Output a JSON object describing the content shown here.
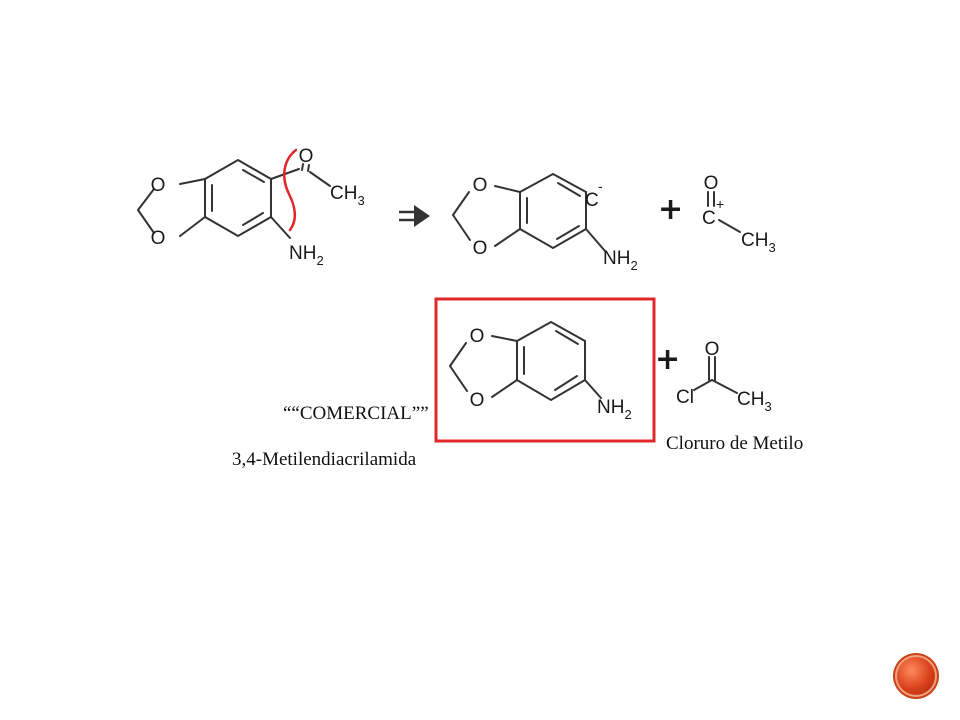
{
  "labels": {
    "commercial": "““COMERCIAL””",
    "compound": "3,4-Metilendiacrilamida",
    "reagent": "Cloruro de Metilo"
  },
  "atoms": {
    "oxygen": "O",
    "carbon": "C",
    "chlorine": "Cl",
    "ch3_main": "CH",
    "ch3_sub": "3",
    "nh2_main": "NH",
    "nh2_sub": "2",
    "minus": "-",
    "plus_charge": "+"
  },
  "operators": {
    "plus": "+"
  },
  "colors": {
    "highlight": "#e0282b",
    "ink": "#333333",
    "badge": "#d9401a"
  },
  "icons": {
    "reaction_arrow": "double-arrow-right-icon",
    "slide_badge": "decorative-circle-icon"
  }
}
